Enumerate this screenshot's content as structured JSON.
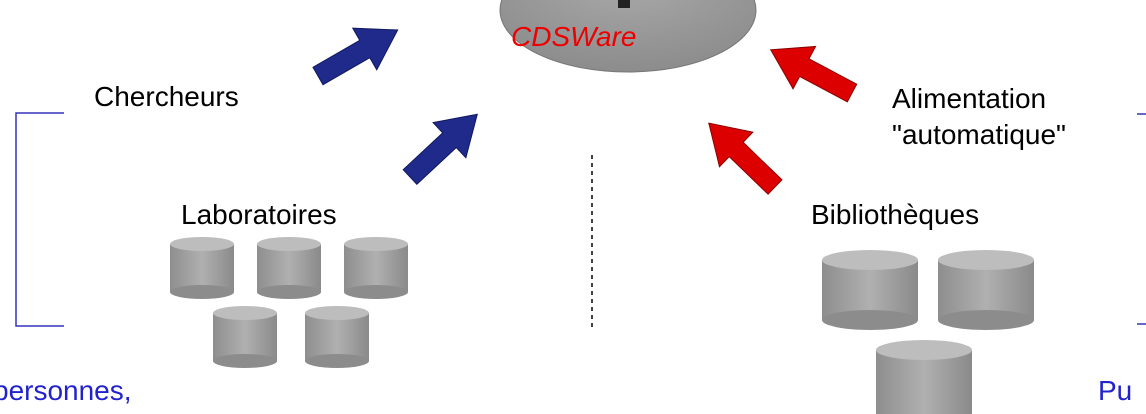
{
  "center": {
    "label": "CDSWare",
    "label_color": "#ee0000",
    "fill_color": "#999999"
  },
  "nodes": {
    "chercheurs": "Chercheurs",
    "laboratoires": "Laboratoires",
    "alimentation_line1": "Alimentation",
    "alimentation_line2": "\"automatique\"",
    "bibliotheques": "Bibliothèques"
  },
  "bottom_text": {
    "left": "personnes,",
    "right": "Pu"
  },
  "colors": {
    "left_arrows": "#1f2a8a",
    "right_arrows": "#dd0000",
    "cylinders": "#9c9c9c",
    "bracket": "#3333bb"
  },
  "icons": [
    "database-icon",
    "arrow-icon"
  ]
}
